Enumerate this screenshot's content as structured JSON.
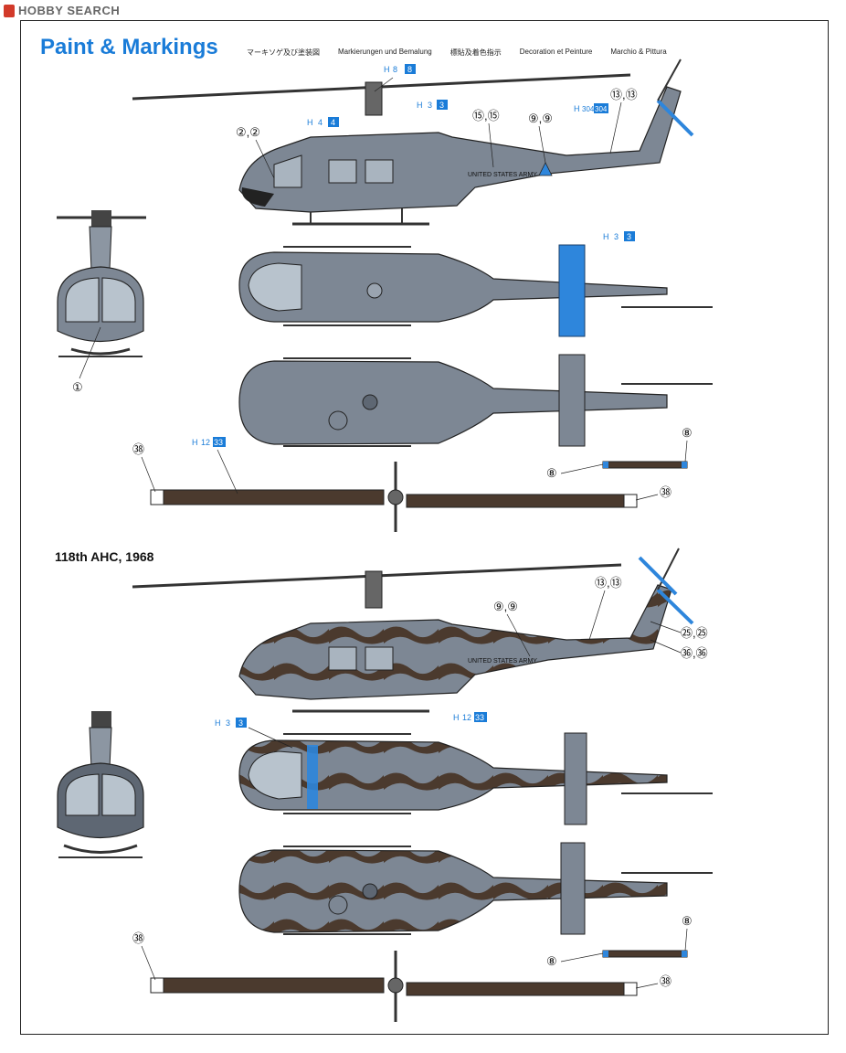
{
  "watermark": {
    "text": "HOBBY SEARCH"
  },
  "title": "Paint & Markings",
  "subtitles": [
    "マーキソゲ及び塗装図",
    "Markierungen und Bemalung",
    "標貼及着色指示",
    "Decoration et Peinture",
    "Marchio & Pittura"
  ],
  "scheme_b": {
    "label": "118th AHC, 1968"
  },
  "fuselage_text": "UNITED STATES ARMY",
  "colors": {
    "title": "#1a7cd8",
    "gray": "#7d8794",
    "gray_dark": "#5e6773",
    "brown": "#4b3a2e",
    "blue_panel": "#2e86dc",
    "paint_chip": "#1a7cd8"
  },
  "paint_codes": {
    "a_rotor_hub": {
      "prefix": "H",
      "num": "8",
      "chip": "8"
    },
    "a_windscreen": {
      "prefix": "H",
      "num": "4",
      "chip": "4"
    },
    "a_top": {
      "prefix": "H",
      "num": "3",
      "chip": "3"
    },
    "a_tail": {
      "prefix": "H",
      "num": "304",
      "chip": "304"
    },
    "a_stab": {
      "prefix": "H",
      "num": "3",
      "chip": "3"
    },
    "a_blade": {
      "prefix": "H",
      "num": "12",
      "chip": "33"
    },
    "b_body": {
      "prefix": "H",
      "num": "12",
      "chip": "33"
    },
    "b_top": {
      "prefix": "H",
      "num": "3",
      "chip": "3"
    }
  },
  "decals": {
    "d2": "②,②",
    "d15": "⑮,⑮",
    "d9a": "⑨,⑨",
    "d13a": "⑬,⑬",
    "d1": "①",
    "d38a": "㊳",
    "d38b": "㊳",
    "d8a": "⑧",
    "d8b": "⑧",
    "d9b": "⑨,⑨",
    "d13b": "⑬,⑬",
    "d25": "㉕,㉕",
    "d36": "㊱,㊱",
    "d38c": "㊳",
    "d38d": "㊳",
    "d8c": "⑧",
    "d8d": "⑧"
  }
}
